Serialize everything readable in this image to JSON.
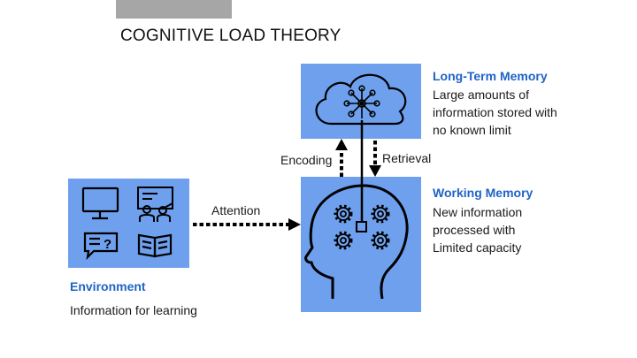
{
  "slide": {
    "title": "COGNITIVE LOAD THEORY"
  },
  "long_term_memory": {
    "heading": "Long-Term Memory",
    "lines": [
      "Large amounts of",
      "information stored with",
      "no known limit"
    ],
    "icon": "cloud-network-icon"
  },
  "working_memory": {
    "heading": "Working Memory",
    "lines": [
      "New information",
      "processed with",
      "Limited capacity"
    ],
    "icon": "head-gears-icon"
  },
  "environment": {
    "heading": "Environment",
    "description": "Information for learning",
    "icons": [
      "monitor-icon",
      "presenter-icon",
      "chat-question-icon",
      "book-icon"
    ]
  },
  "arrows": {
    "attention": "Attention",
    "encoding": "Encoding",
    "retrieval": "Retrieval"
  },
  "colors": {
    "box_fill": "#6ea0ee",
    "heading_blue": "#1f63c6",
    "topbar_gray": "#a6a6a6"
  }
}
